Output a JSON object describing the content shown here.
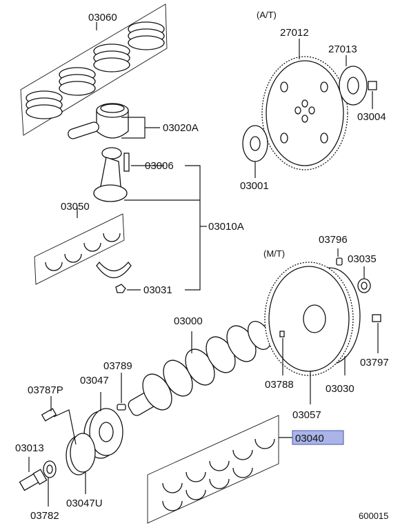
{
  "labels": {
    "l_03060": "03060",
    "l_03020a": "03020A",
    "l_03006": "03006",
    "l_03050": "03050",
    "l_03010a": "03010A",
    "l_03031": "03031",
    "l_03000": "03000",
    "l_03789": "03789",
    "l_03787p": "03787P",
    "l_03047": "03047",
    "l_03013": "03013",
    "l_03782": "03782",
    "l_03047u": "03047U",
    "l_03040": "03040",
    "l_at": "(A/T)",
    "l_27012": "27012",
    "l_27013": "27013",
    "l_03004": "03004",
    "l_03001": "03001",
    "l_mt": "(M/T)",
    "l_03796": "03796",
    "l_03035": "03035",
    "l_03797": "03797",
    "l_03788": "03788",
    "l_03030": "03030",
    "l_03057": "03057",
    "diagram_code": "600015"
  },
  "highlight_color": "#aab4e8"
}
